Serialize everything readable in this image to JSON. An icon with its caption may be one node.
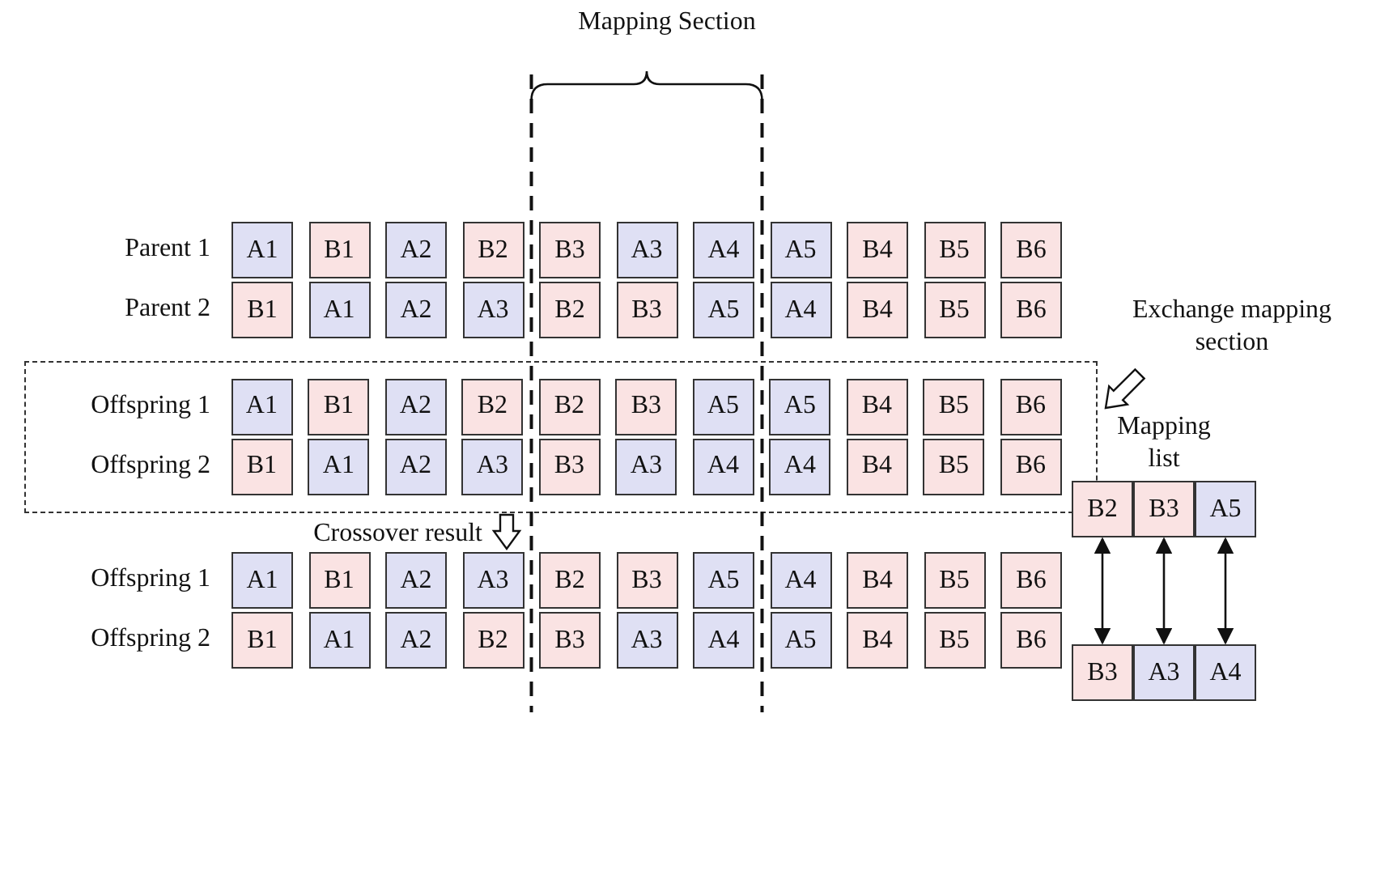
{
  "diagram": {
    "nodes": [
      {
        "text": [
          "A1"
        ]
      },
      {
        "text": [
          "B1"
        ]
      },
      {
        "text": [
          "A2"
        ]
      },
      {
        "text": [
          "B2"
        ]
      },
      {
        "text": [
          "B3"
        ]
      },
      {
        "text": [
          "A3"
        ]
      },
      {
        "text": [
          "A4"
        ]
      },
      {
        "text": [
          "A5"
        ]
      },
      {
        "text": [
          "B4"
        ]
      },
      {
        "text": [
          "B5"
        ]
      },
      {
        "text": [
          "B6"
        ]
      },
      {
        "text": [
          "B1"
        ]
      },
      {
        "text": [
          "A1"
        ]
      },
      {
        "text": [
          "A2"
        ]
      },
      {
        "text": [
          "A3"
        ]
      },
      {
        "text": [
          "B2"
        ]
      },
      {
        "text": [
          "B3"
        ]
      },
      {
        "text": [
          "A5"
        ]
      },
      {
        "text": [
          "A4"
        ]
      },
      {
        "text": [
          "B4"
        ]
      },
      {
        "text": [
          "B5"
        ]
      },
      {
        "text": [
          "B6"
        ]
      },
      {
        "text": [],
        "shape": "box"
      },
      {
        "text": [
          "A1"
        ],
        "in": 22
      },
      {
        "text": [
          "B1"
        ],
        "in": 22
      },
      {
        "text": [
          "A2"
        ],
        "in": 22
      },
      {
        "text": [
          "B2"
        ],
        "in": 22
      },
      {
        "text": [
          "B2"
        ],
        "in": 22
      },
      {
        "text": [
          "B3"
        ],
        "in": 22
      },
      {
        "text": [
          "A5"
        ],
        "in": 22
      },
      {
        "text": [
          "A5"
        ],
        "in": 22
      },
      {
        "text": [
          "B4"
        ],
        "in": 22
      },
      {
        "text": [
          "B5"
        ],
        "in": 22
      },
      {
        "text": [
          "B6"
        ],
        "in": 22
      },
      {
        "text": [
          "B1"
        ],
        "in": 22
      },
      {
        "text": [
          "A1"
        ],
        "in": 22
      },
      {
        "text": [
          "A2"
        ],
        "in": 22
      },
      {
        "text": [
          "A3"
        ],
        "in": 22
      },
      {
        "text": [
          "B3"
        ],
        "in": 22
      },
      {
        "text": [
          "A3"
        ],
        "in": 22
      },
      {
        "text": [
          "A4"
        ],
        "in": 22
      },
      {
        "text": [
          "A4"
        ],
        "in": 22
      },
      {
        "text": [
          "B4"
        ],
        "in": 22
      },
      {
        "text": [
          "B5"
        ],
        "in": 22
      },
      {
        "text": [
          "B6"
        ],
        "in": 22
      },
      {
        "text": [
          "A1"
        ]
      },
      {
        "text": [
          "B1"
        ]
      },
      {
        "text": [
          "A2"
        ]
      },
      {
        "text": [
          "A3"
        ]
      },
      {
        "text": [
          "B2"
        ]
      },
      {
        "text": [
          "B3"
        ]
      },
      {
        "text": [
          "A5"
        ]
      },
      {
        "text": [
          "A4"
        ]
      },
      {
        "text": [
          "B4"
        ]
      },
      {
        "text": [
          "B5"
        ]
      },
      {
        "text": [
          "B6"
        ]
      },
      {
        "text": [
          "B1"
        ]
      },
      {
        "text": [
          "A1"
        ]
      },
      {
        "text": [
          "A2"
        ]
      },
      {
        "text": [
          "B2"
        ]
      },
      {
        "text": [
          "B3"
        ]
      },
      {
        "text": [
          "A3"
        ]
      },
      {
        "text": [
          "A4"
        ]
      },
      {
        "text": [
          "A5"
        ]
      },
      {
        "text": [
          "B4"
        ]
      },
      {
        "text": [
          "B5"
        ]
      },
      {
        "text": [
          "B6"
        ]
      },
      {
        "text": [
          "B2"
        ]
      },
      {
        "text": [
          "B3"
        ]
      },
      {
        "text": [
          "A5"
        ]
      },
      {
        "text": [
          "B3"
        ]
      },
      {
        "text": [
          "A3"
        ]
      },
      {
        "text": [
          "A4"
        ]
      }
    ],
    "edges": [
      {
        "from": 67,
        "to": 70,
        "arrow": "both"
      },
      {
        "from": 68,
        "to": 71,
        "arrow": "both"
      },
      {
        "from": 69,
        "to": 72,
        "arrow": "both"
      },
      {
        "from": null,
        "to": 22,
        "arrow": "to"
      },
      {
        "from": 22,
        "to": null,
        "arrow": "to"
      }
    ],
    "labels": [
      "Mapping Section",
      "Parent 1",
      "Parent 2",
      "Exchange mapping section",
      "Offspring 1",
      "Offspring 2",
      "Mapping list",
      "Crossover result",
      "Offspring 1",
      "Offspring 2"
    ]
  }
}
